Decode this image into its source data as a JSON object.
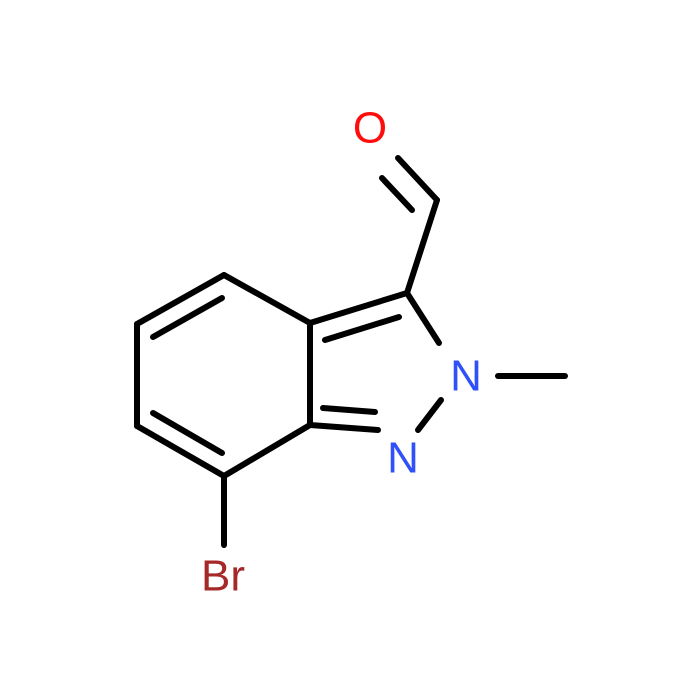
{
  "molecule": {
    "atoms": {
      "oxygen": {
        "label": "O",
        "color": "#ff0d0d"
      },
      "n2": {
        "label": "N",
        "color": "#3050f8"
      },
      "n1": {
        "label": "N",
        "color": "#3050f8"
      },
      "bromine": {
        "label": "Br",
        "color": "#a62929"
      }
    }
  }
}
